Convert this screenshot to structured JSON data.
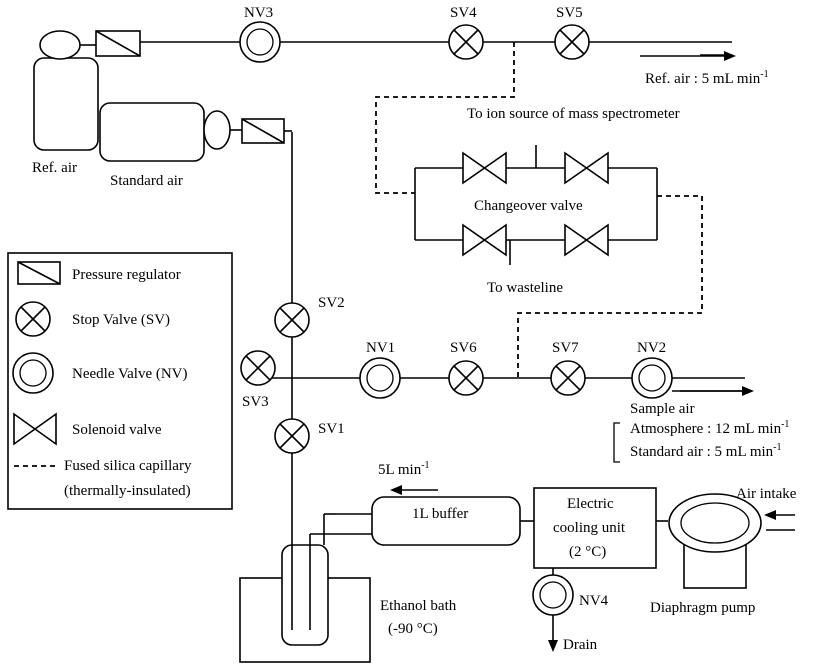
{
  "valves": {
    "nv1": "NV1",
    "nv2": "NV2",
    "nv3": "NV3",
    "nv4": "NV4",
    "sv1": "SV1",
    "sv2": "SV2",
    "sv3": "SV3",
    "sv4": "SV4",
    "sv5": "SV5",
    "sv6": "SV6",
    "sv7": "SV7"
  },
  "labels": {
    "ref_air_cylinder": "Ref. air",
    "standard_air_cylinder": "Standard air",
    "ref_air_flow": "Ref. air : 5 mL min",
    "ref_air_flow_exp": "-1",
    "to_ion_source": "To ion source of mass spectrometer",
    "changeover_valve": "Changeover valve",
    "to_wasteline": "To wasteline",
    "sample_air": "Sample air",
    "atmosphere_flow": "Atmosphere : 12 mL min",
    "atmosphere_flow_exp": "-1",
    "standard_air_flow": "Standard air : 5 mL min",
    "standard_air_flow_exp": "-1",
    "pump_flow": "5L min",
    "pump_flow_exp": "-1",
    "buffer": "1L buffer",
    "cooling_unit_line1": "Electric",
    "cooling_unit_line2": "cooling unit",
    "cooling_unit_line3": "(2 °C)",
    "air_intake": "Air intake",
    "diaphragm_pump": "Diaphragm pump",
    "ethanol_bath_line1": "Ethanol bath",
    "ethanol_bath_line2": "(-90 °C)",
    "drain": "Drain"
  },
  "legend": {
    "pressure_regulator": "Pressure regulator",
    "stop_valve": "Stop Valve (SV)",
    "needle_valve": "Needle Valve (NV)",
    "solenoid_valve": "Solenoid valve",
    "capillary_line1": "Fused silica capillary",
    "capillary_line2": "(thermally-insulated)"
  }
}
